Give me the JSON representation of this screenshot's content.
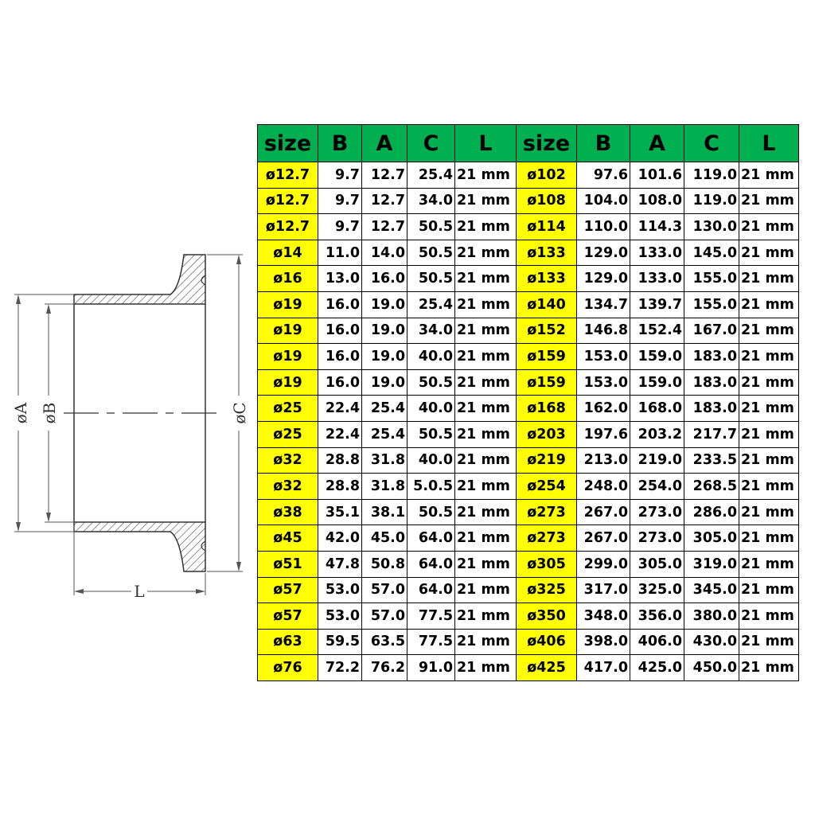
{
  "drawing": {
    "labels": {
      "a": "øA",
      "b": "øB",
      "c": "øC",
      "l": "L"
    }
  },
  "table": {
    "headers": [
      "size",
      "B",
      "A",
      "C",
      "L",
      "size",
      "B",
      "A",
      "C",
      "L"
    ],
    "rows": [
      [
        "ø12.7",
        "9.7",
        "12.7",
        "25.4",
        "21 mm",
        "ø102",
        "97.6",
        "101.6",
        "119.0",
        "21 mm"
      ],
      [
        "ø12.7",
        "9.7",
        "12.7",
        "34.0",
        "21 mm",
        "ø108",
        "104.0",
        "108.0",
        "119.0",
        "21 mm"
      ],
      [
        "ø12.7",
        "9.7",
        "12.7",
        "50.5",
        "21 mm",
        "ø114",
        "110.0",
        "114.3",
        "130.0",
        "21 mm"
      ],
      [
        "ø14",
        "11.0",
        "14.0",
        "50.5",
        "21 mm",
        "ø133",
        "129.0",
        "133.0",
        "145.0",
        "21 mm"
      ],
      [
        "ø16",
        "13.0",
        "16.0",
        "50.5",
        "21 mm",
        "ø133",
        "129.0",
        "133.0",
        "155.0",
        "21 mm"
      ],
      [
        "ø19",
        "16.0",
        "19.0",
        "25.4",
        "21 mm",
        "ø140",
        "134.7",
        "139.7",
        "155.0",
        "21 mm"
      ],
      [
        "ø19",
        "16.0",
        "19.0",
        "34.0",
        "21 mm",
        "ø152",
        "146.8",
        "152.4",
        "167.0",
        "21 mm"
      ],
      [
        "ø19",
        "16.0",
        "19.0",
        "40.0",
        "21 mm",
        "ø159",
        "153.0",
        "159.0",
        "183.0",
        "21 mm"
      ],
      [
        "ø19",
        "16.0",
        "19.0",
        "50.5",
        "21 mm",
        "ø159",
        "153.0",
        "159.0",
        "183.0",
        "21 mm"
      ],
      [
        "ø25",
        "22.4",
        "25.4",
        "40.0",
        "21 mm",
        "ø168",
        "162.0",
        "168.0",
        "183.0",
        "21 mm"
      ],
      [
        "ø25",
        "22.4",
        "25.4",
        "50.5",
        "21 mm",
        "ø203",
        "197.6",
        "203.2",
        "217.7",
        "21 mm"
      ],
      [
        "ø32",
        "28.8",
        "31.8",
        "40.0",
        "21 mm",
        "ø219",
        "213.0",
        "219.0",
        "233.5",
        "21 mm"
      ],
      [
        "ø32",
        "28.8",
        "31.8",
        "5.0.5",
        "21 mm",
        "ø254",
        "248.0",
        "254.0",
        "268.5",
        "21 mm"
      ],
      [
        "ø38",
        "35.1",
        "38.1",
        "50.5",
        "21 mm",
        "ø273",
        "267.0",
        "273.0",
        "286.0",
        "21 mm"
      ],
      [
        "ø45",
        "42.0",
        "45.0",
        "64.0",
        "21 mm",
        "ø273",
        "267.0",
        "273.0",
        "305.0",
        "21 mm"
      ],
      [
        "ø51",
        "47.8",
        "50.8",
        "64.0",
        "21 mm",
        "ø305",
        "299.0",
        "305.0",
        "319.0",
        "21 mm"
      ],
      [
        "ø57",
        "53.0",
        "57.0",
        "64.0",
        "21 mm",
        "ø325",
        "317.0",
        "325.0",
        "345.0",
        "21 mm"
      ],
      [
        "ø57",
        "53.0",
        "57.0",
        "77.5",
        "21 mm",
        "ø350",
        "348.0",
        "356.0",
        "380.0",
        "21 mm"
      ],
      [
        "ø63",
        "59.5",
        "63.5",
        "77.5",
        "21 mm",
        "ø406",
        "398.0",
        "406.0",
        "430.0",
        "21 mm"
      ],
      [
        "ø76",
        "72.2",
        "76.2",
        "91.0",
        "21 mm",
        "ø425",
        "417.0",
        "425.0",
        "450.0",
        "21 mm"
      ]
    ]
  }
}
